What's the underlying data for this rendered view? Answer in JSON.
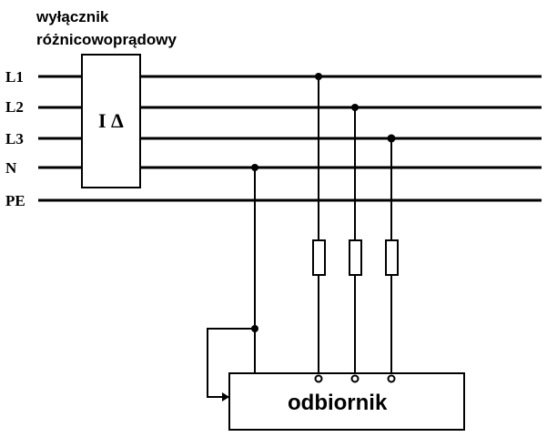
{
  "title": {
    "line1": "wyłącznik",
    "line2": "różnicowoprądowy"
  },
  "lines": [
    {
      "label": "L1"
    },
    {
      "label": "L2"
    },
    {
      "label": "L3"
    },
    {
      "label": "N"
    },
    {
      "label": "PE"
    }
  ],
  "rcd": {
    "label": "I Δ"
  },
  "load": {
    "label": "odbiornik"
  },
  "colors": {
    "ink": "#000000",
    "background": "#ffffff"
  }
}
